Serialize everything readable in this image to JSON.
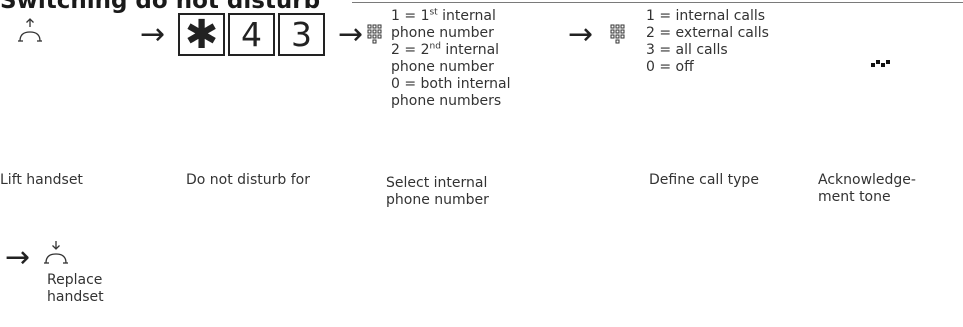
{
  "heading": "Switching do not disturb",
  "keys": [
    "✱",
    "4",
    "3"
  ],
  "phone_options": [
    {
      "num": "1",
      "ord": "st",
      "rest": " internal"
    },
    {
      "line": "phone number"
    },
    {
      "num": "2",
      "ord": "nd",
      "rest": " internal"
    },
    {
      "line": "phone number"
    },
    {
      "line": "0 = both internal"
    },
    {
      "line": "phone numbers"
    }
  ],
  "call_types": [
    "1 = internal calls",
    "2 = external calls",
    "3 = all calls",
    "0 = off"
  ],
  "labels": {
    "lift": "Lift handset",
    "dnd": "Do not disturb for",
    "select_1": "Select internal",
    "select_2": "phone number",
    "define": "Define call type",
    "ack_1": "Acknowledge-",
    "ack_2": "ment tone",
    "replace_1": "Replace",
    "replace_2": "handset"
  },
  "icons": {
    "lift": "lift-handset-icon",
    "keypad": "keypad-icon",
    "tone": "acknowledgement-tone-icon",
    "replace": "replace-handset-icon",
    "arrow": "→"
  }
}
